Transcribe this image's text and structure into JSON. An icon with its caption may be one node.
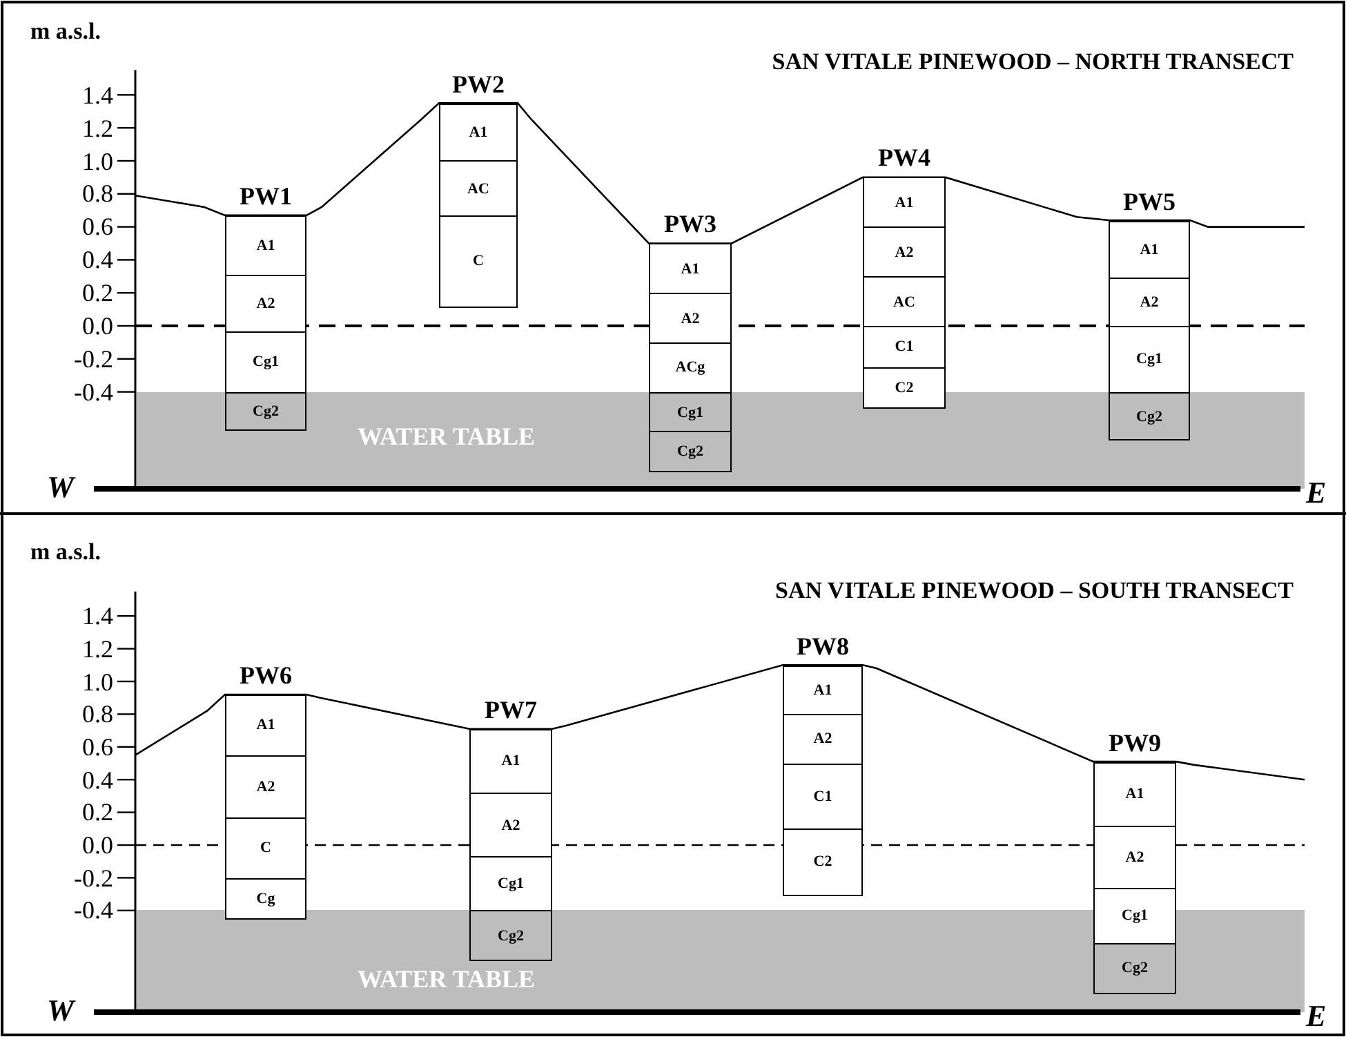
{
  "diagram": {
    "nodes": [
      {
        "text": [
          "PW1"
        ]
      },
      {
        "text": [
          "A1"
        ],
        "in": 0
      },
      {
        "text": [
          "A2"
        ],
        "in": 0
      },
      {
        "text": [
          "Cg1"
        ],
        "in": 0
      },
      {
        "text": [
          "Cg2"
        ],
        "in": 0
      },
      {
        "text": [
          "PW2"
        ]
      },
      {
        "text": [
          "A1"
        ],
        "in": 5
      },
      {
        "text": [
          "AC"
        ],
        "in": 5
      },
      {
        "text": [
          "C"
        ],
        "in": 5
      },
      {
        "text": [
          "PW3"
        ]
      },
      {
        "text": [
          "A1"
        ],
        "in": 9
      },
      {
        "text": [
          "A2"
        ],
        "in": 9
      },
      {
        "text": [
          "ACg"
        ],
        "in": 9
      },
      {
        "text": [
          "Cg1"
        ],
        "in": 9
      },
      {
        "text": [
          "Cg2"
        ],
        "in": 9
      },
      {
        "text": [
          "PW4"
        ]
      },
      {
        "text": [
          "A1"
        ],
        "in": 15
      },
      {
        "text": [
          "A2"
        ],
        "in": 15
      },
      {
        "text": [
          "AC"
        ],
        "in": 15
      },
      {
        "text": [
          "C1"
        ],
        "in": 15
      },
      {
        "text": [
          "C2"
        ],
        "in": 15
      },
      {
        "text": [
          "PW5"
        ]
      },
      {
        "text": [
          "A1"
        ],
        "in": 21
      },
      {
        "text": [
          "A2"
        ],
        "in": 21
      },
      {
        "text": [
          "Cg1"
        ],
        "in": 21
      },
      {
        "text": [
          "Cg2"
        ],
        "in": 21
      },
      {
        "text": [
          "WATER TABLE"
        ]
      },
      {
        "text": [
          "PW6"
        ]
      },
      {
        "text": [
          "A1"
        ],
        "in": 27
      },
      {
        "text": [
          "A2"
        ],
        "in": 27
      },
      {
        "text": [
          "C"
        ],
        "in": 27
      },
      {
        "text": [
          "Cg"
        ],
        "in": 27
      },
      {
        "text": [
          "PW7"
        ]
      },
      {
        "text": [
          "A1"
        ],
        "in": 32
      },
      {
        "text": [
          "A2"
        ],
        "in": 32
      },
      {
        "text": [
          "Cg1"
        ],
        "in": 32
      },
      {
        "text": [
          "Cg2"
        ],
        "in": 32
      },
      {
        "text": [
          "PW8"
        ]
      },
      {
        "text": [
          "A1"
        ],
        "in": 37
      },
      {
        "text": [
          "A2"
        ],
        "in": 37
      },
      {
        "text": [
          "C1"
        ],
        "in": 37
      },
      {
        "text": [
          "C2"
        ],
        "in": 37
      },
      {
        "text": [
          "PW9"
        ]
      },
      {
        "text": [
          "A1"
        ],
        "in": 42
      },
      {
        "text": [
          "A2"
        ],
        "in": 42
      },
      {
        "text": [
          "Cg1"
        ],
        "in": 42
      },
      {
        "text": [
          "Cg2"
        ],
        "in": 42
      },
      {
        "text": [
          "WATER TABLE"
        ]
      }
    ],
    "edges": [],
    "labels": [
      "m a.s.l.",
      "SAN VITALE PINEWOOD – NORTH TRANSECT",
      "1.4",
      "1.2",
      "1.0",
      "0.8",
      "0.6",
      "0.4",
      "0.2",
      "0.0",
      "-0.2",
      "-0.4",
      "W",
      "E",
      "m a.s.l.",
      "SAN VITALE PINEWOOD – SOUTH TRANSECT",
      "1.4",
      "1.2",
      "1.0",
      "0.8",
      "0.6",
      "0.4",
      "0.2",
      "0.0",
      "-0.2",
      "-0.4",
      "W",
      "E"
    ]
  }
}
